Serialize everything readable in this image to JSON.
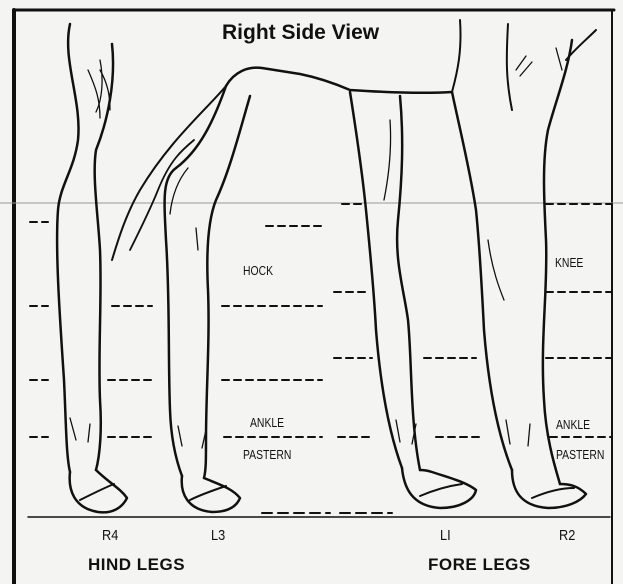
{
  "diagram": {
    "title": "Right Side View",
    "levels": {
      "hock": "HOCK",
      "knee": "KNEE",
      "ankle_hind": "ANKLE",
      "pastern_hind": "PASTERN",
      "ankle_fore": "ANKLE",
      "pastern_fore": "PASTERN"
    },
    "legs": {
      "r4": "R4",
      "l3": "L3",
      "l1": "LI",
      "r2": "R2"
    },
    "groups": {
      "hind": "HIND LEGS",
      "fore": "FORE LEGS"
    },
    "colors": {
      "ink": "#111111",
      "paper": "#f4f4f2"
    }
  }
}
